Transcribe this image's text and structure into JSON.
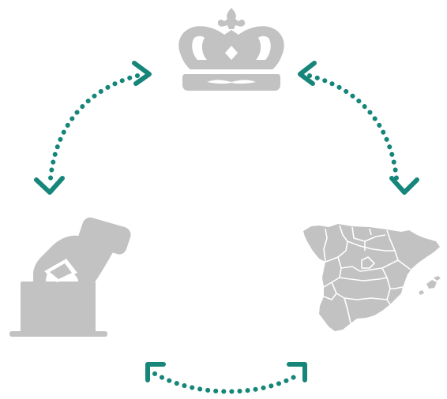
{
  "diagram": {
    "nodes": [
      {
        "id": "crown",
        "icon": "crown-icon"
      },
      {
        "id": "voting",
        "icon": "ballot-box-icon"
      },
      {
        "id": "spain",
        "icon": "spain-map-icon"
      }
    ],
    "connections": [
      {
        "from": "crown",
        "to": "voting",
        "style": "dotted",
        "arrows": "both"
      },
      {
        "from": "crown",
        "to": "spain",
        "style": "dotted",
        "arrows": "both"
      },
      {
        "from": "voting",
        "to": "spain",
        "style": "dotted",
        "arrows": "both"
      }
    ],
    "colors": {
      "icon": "#c2c2c2",
      "arrow": "#16857a",
      "background": "#ffffff",
      "map_borders": "#ffffff"
    }
  }
}
